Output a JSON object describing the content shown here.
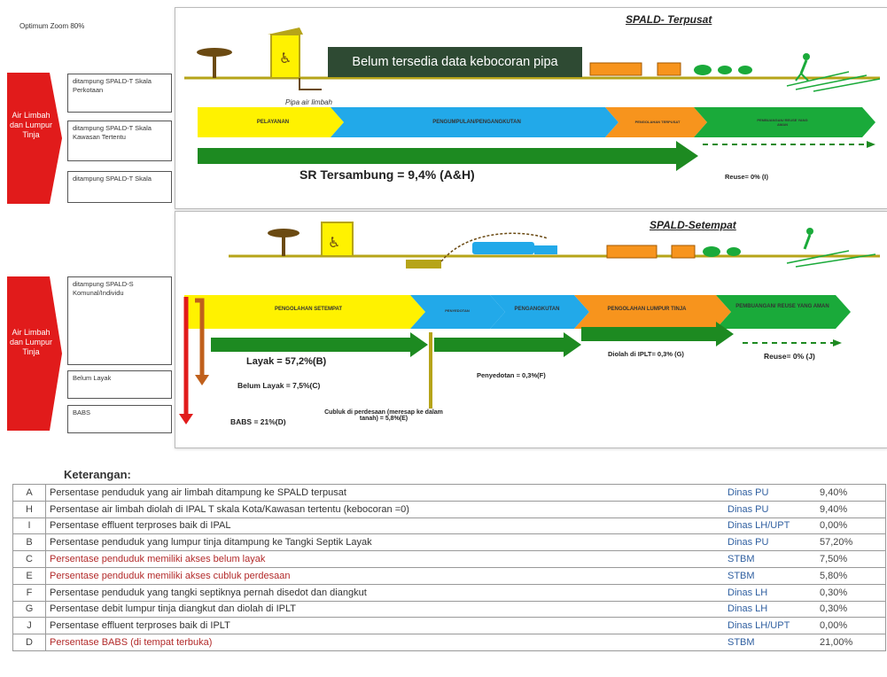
{
  "zoom_note": "Optimum Zoom 80%",
  "colors": {
    "red_arrow": "#e11b1b",
    "yellow": "#fff200",
    "blue": "#22a9e9",
    "orange": "#f7941d",
    "green": "#1aaa3a",
    "dark_green": "#1d8a21",
    "olive": "#b6a419",
    "banner": "#2e4a33"
  },
  "top": {
    "title": "SPALD- Terpusat",
    "side_label": "Air Limbah dan Lumpur Tinja",
    "boxes": [
      "ditampung SPALD-T Skala Perkotaan",
      "ditampung SPALD-T Skala Kawasan Tertentu",
      "ditampung SPALD-T Skala"
    ],
    "banner": "Belum tersedia data kebocoran pipa",
    "pipe_label": "Pipa air limbah",
    "segments": [
      "PELAYANAN",
      "PENGUMPULAN/PENGANGKUTAN",
      "PENGOLAHAN TERPUSAT",
      "PEMBUANGAN/ REUSE YANG AMAN"
    ],
    "sr_label": "SR Tersambung = 9,4% (A&H)",
    "reuse_label": "Reuse= 0% (I)"
  },
  "bottom": {
    "title": "SPALD-Setempat",
    "side_label": "Air Limbah dan Lumpur Tinja",
    "boxes": [
      "ditampung SPALD-S Komunal/Individu",
      "Belum Layak",
      "BABS"
    ],
    "segments": [
      "PENGOLAHAN SETEMPAT",
      "PENYEDOTAN",
      "PENGANGKUTAN",
      "PENGOLAHAN LUMPUR TINJA",
      "PEMBUANGAN/ REUSE YANG AMAN"
    ],
    "layak_label": "Layak = 57,2%(B)",
    "belum_layak_label": "Belum Layak = 7,5%(C)",
    "babs_label": "BABS = 21%(D)",
    "cubluk_label": "Cubluk di perdesaan (meresap ke dalam tanah) = 5,8%(E)",
    "penyedotan_label": "Penyedotan = 0,3%(F)",
    "iplt_label": "Diolah di IPLT= 0,3% (G)",
    "reuse_label": "Reuse= 0% (J)"
  },
  "legend": {
    "title": "Keterangan:",
    "rows": [
      {
        "code": "A",
        "desc": "Persentase penduduk yang air limbah ditampung ke SPALD terpusat",
        "source": "Dinas PU",
        "value": "9,40%",
        "highlight": false
      },
      {
        "code": "H",
        "desc": "Persentase  air limbah diolah di IPAL T skala Kota/Kawasan tertentu (kebocoran =0)",
        "source": "Dinas PU",
        "value": "9,40%",
        "highlight": false
      },
      {
        "code": "I",
        "desc": "Persentase  effluent  terproses baik di IPAL",
        "source": "Dinas LH/UPT",
        "value": "0,00%",
        "highlight": false
      },
      {
        "code": "B",
        "desc": "Persentase penduduk yang lumpur tinja ditampung ke  Tangki Septik Layak",
        "source": "Dinas PU",
        "value": "57,20%",
        "highlight": false
      },
      {
        "code": "C",
        "desc": "Persentase penduduk memiliki akses belum layak",
        "source": "STBM",
        "value": "7,50%",
        "highlight": true
      },
      {
        "code": "E",
        "desc": "Persentase penduduk memiliki akses cubluk perdesaan",
        "source": "STBM",
        "value": "5,80%",
        "highlight": true
      },
      {
        "code": "F",
        "desc": "Persentase penduduk yang tangki septiknya pernah disedot dan diangkut",
        "source": "Dinas LH",
        "value": "0,30%",
        "highlight": false
      },
      {
        "code": "G",
        "desc": "Persentase debit lumpur tinja diangkut dan diolah di IPLT",
        "source": "Dinas LH",
        "value": "0,30%",
        "highlight": false
      },
      {
        "code": "J",
        "desc": "Persentase effluent terproses baik di IPLT",
        "source": "Dinas LH/UPT",
        "value": "0,00%",
        "highlight": false
      },
      {
        "code": "D",
        "desc": "Persentase BABS (di tempat terbuka)",
        "source": "STBM",
        "value": "21,00%",
        "highlight": true
      }
    ]
  }
}
